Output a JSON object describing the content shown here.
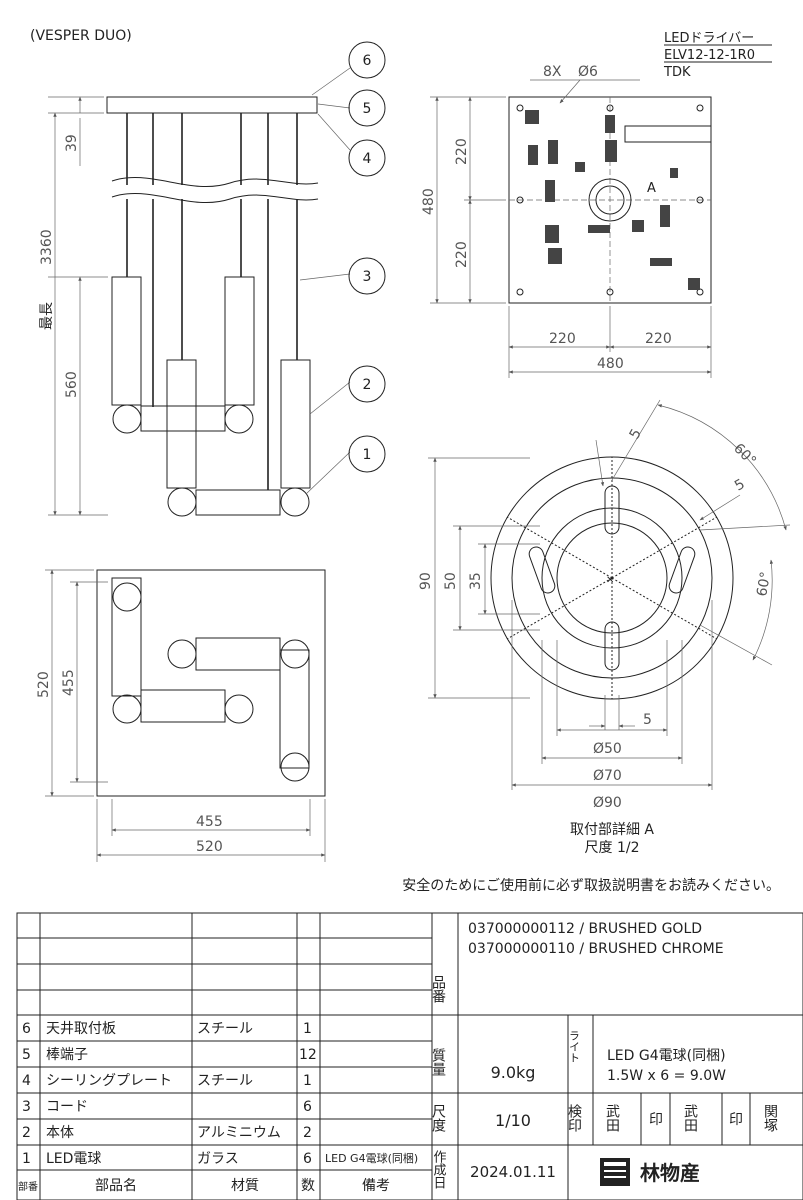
{
  "drawing": {
    "model": "(VESPER DUO)",
    "driver": [
      "LEDドライバー",
      "ELV12-12-1R0",
      "TDK"
    ],
    "callouts": [
      "6",
      "5",
      "4",
      "3",
      "2",
      "1"
    ],
    "side_dims": {
      "d39": "39",
      "d3360": "3360",
      "max_len": "最長",
      "d560": "560"
    },
    "plate_dims": {
      "holes": "8X",
      "hole_dia": "Ø6",
      "d480": "480",
      "d220a": "220",
      "d220b": "220",
      "h220a": "220",
      "h220b": "220",
      "h480": "480",
      "detail_mark": "A"
    },
    "plan_dims": {
      "d520v": "520",
      "d455v": "455",
      "d455h": "455",
      "d520h": "520"
    },
    "detail_dims": {
      "d5a": "5",
      "d60a": "60°",
      "d5b": "5",
      "d60b": "60°",
      "d90": "90",
      "d50": "50",
      "d35": "35",
      "d5c": "5",
      "dia50": "Ø50",
      "dia70": "Ø70",
      "dia90": "Ø90"
    },
    "detail_title": "取付部詳細 A",
    "detail_scale": "尺度 1/2",
    "safety_note": "安全のためにご使用前に必ず取扱説明書をお読みください。"
  },
  "title_block": {
    "parts": [
      {
        "no": "6",
        "name": "天井取付板",
        "material": "スチール",
        "qty": "1",
        "note": ""
      },
      {
        "no": "5",
        "name": "棒端子",
        "material": "",
        "qty": "12",
        "note": ""
      },
      {
        "no": "4",
        "name": "シーリングプレート",
        "material": "スチール",
        "qty": "1",
        "note": ""
      },
      {
        "no": "3",
        "name": "コード",
        "material": "",
        "qty": "6",
        "note": ""
      },
      {
        "no": "2",
        "name": "本体",
        "material": "アルミニウム",
        "qty": "2",
        "note": ""
      },
      {
        "no": "1",
        "name": "LED電球",
        "material": "ガラス",
        "qty": "6",
        "note": "LED G4電球(同梱)"
      }
    ],
    "headers": {
      "no": "部番",
      "name": "部品名",
      "material": "材質",
      "qty": "数",
      "note": "備考"
    },
    "product_no_label": "品番",
    "product_nos": [
      "037000000112 / BRUSHED GOLD",
      "037000000110 / BRUSHED CHROME"
    ],
    "weight_label": "質量",
    "weight": "9.0kg",
    "light_label": "ライト",
    "light": [
      "LED G4電球(同梱)",
      "1.5W x 6 = 9.0W"
    ],
    "scale_label": "尺度",
    "scale": "1/10",
    "check_label": "検印",
    "stamps": [
      "武田",
      "印",
      "武田",
      "印",
      "関塚"
    ],
    "created_label": "作成日",
    "created": "2024.01.11",
    "company": "林物産"
  }
}
